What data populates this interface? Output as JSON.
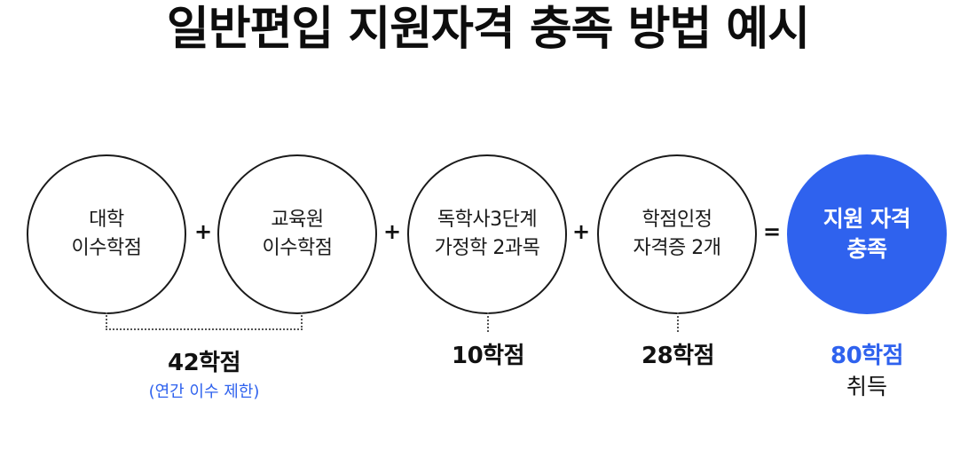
{
  "title": "일반편입 지원자격 충족 방법 예시",
  "accent_color": "#2f62ee",
  "circles": [
    {
      "line1": "대학",
      "line2": "이수학점"
    },
    {
      "line1": "교육원",
      "line2": "이수학점"
    },
    {
      "line1": "독학사3단계",
      "line2": "가정학 2과목"
    },
    {
      "line1": "학점인정",
      "line2": "자격증 2개"
    },
    {
      "line1": "지원 자격",
      "line2": "충족"
    }
  ],
  "operators": [
    "+",
    "+",
    "+",
    "="
  ],
  "labels": {
    "combined": {
      "value": "42학점",
      "note": "(연간 이수 제한)"
    },
    "doksaksa": {
      "value": "10학점"
    },
    "certificate": {
      "value": "28학점"
    },
    "total": {
      "value": "80학점",
      "note": "취득"
    }
  }
}
